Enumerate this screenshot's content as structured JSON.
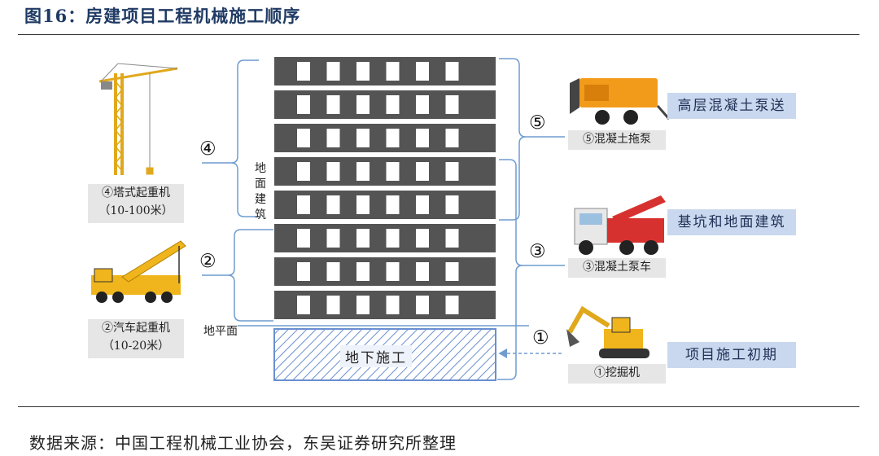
{
  "title": "图16：房建项目工程机械施工顺序",
  "source": "数据来源：中国工程机械工业协会，东吴证券研究所整理",
  "building": {
    "vertical_label": "地面建筑",
    "ground_label": "地平面",
    "basement_label": "地下施工",
    "floors": 8,
    "windows_per_floor": 6
  },
  "stage_numbers": {
    "n1": "①",
    "n2": "②",
    "n3": "③",
    "n4": "④",
    "n5": "⑤"
  },
  "machines": {
    "tower_crane": {
      "name": "④塔式起重机",
      "range": "（10-100米）"
    },
    "truck_crane": {
      "name": "②汽车起重机",
      "range": "（10-20米）"
    },
    "trailer_pump": {
      "name": "⑤混凝土拖泵"
    },
    "pump_truck": {
      "name": "③混凝土泵车"
    },
    "excavator": {
      "name": "①挖掘机"
    }
  },
  "stages": {
    "high_rise": "高层混凝土泵送",
    "foundation": "基坑和地面建筑",
    "initial": "项目施工初期"
  },
  "colors": {
    "floor": "#545454",
    "window": "#ffffff",
    "bracket": "#6f9ccf",
    "stage_box": "#c9d8ee",
    "label_box": "#e6e6e6",
    "hatch": "#6a8fd0"
  },
  "icons": [
    "tower-crane-icon",
    "truck-crane-icon",
    "trailer-pump-icon",
    "pump-truck-icon",
    "excavator-icon"
  ]
}
